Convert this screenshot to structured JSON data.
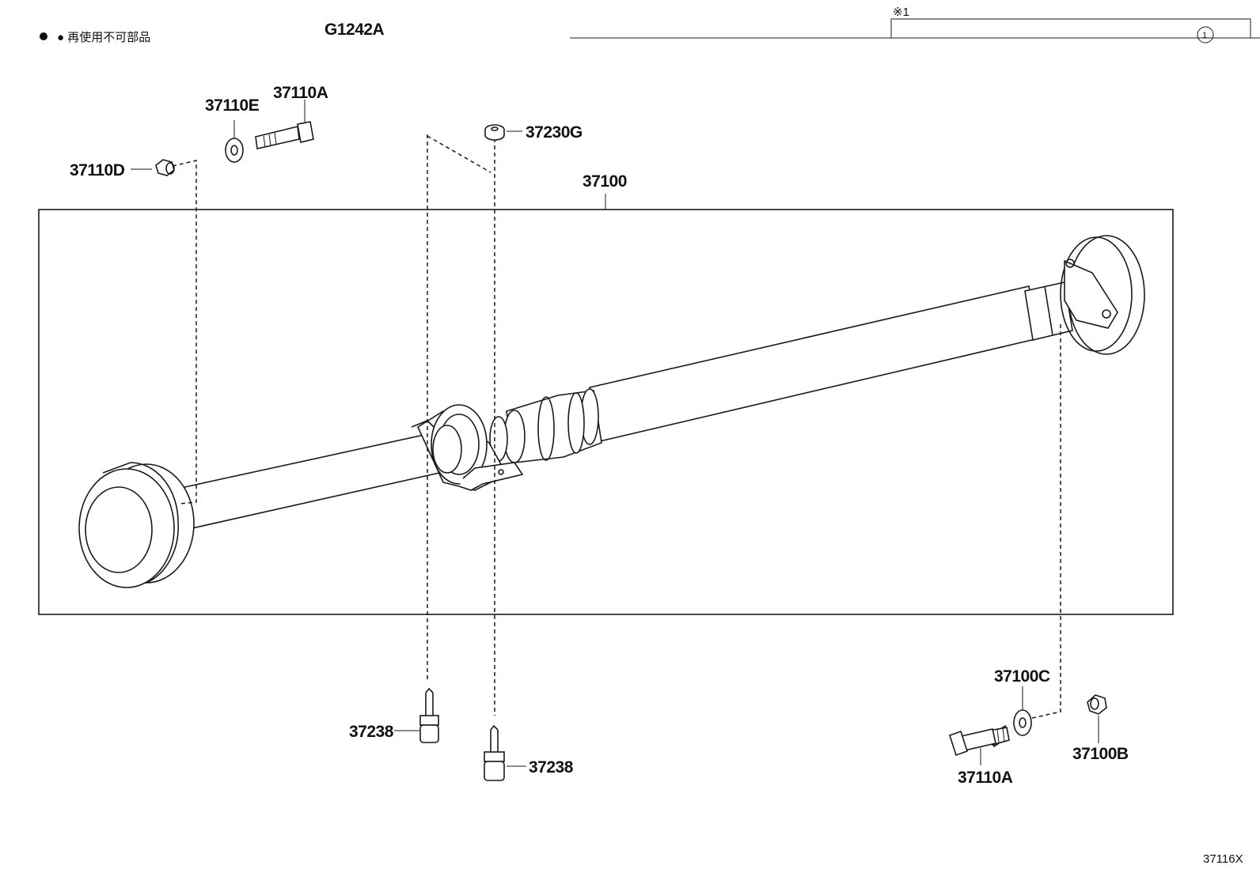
{
  "header": {
    "diagram_code": "G1242A",
    "note_text": "● 再使用不可部品",
    "ref_mark": "※1",
    "circle_number": "1"
  },
  "parts": {
    "p37110D": "37110D",
    "p37110E": "37110E",
    "p37110A_top": "37110A",
    "p37230G": "37230G",
    "p37100": "37100",
    "p37238_left": "37238",
    "p37238_right": "37238",
    "p37100C": "37100C",
    "p37100B": "37100B",
    "p37110A_bottom": "37110A"
  },
  "footer": {
    "figure_code": "37116X"
  }
}
